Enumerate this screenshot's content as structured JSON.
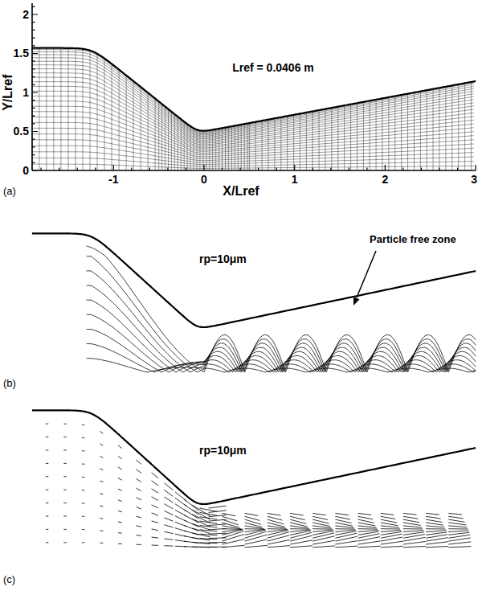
{
  "diagram": {
    "labels": [
      "2",
      "1.5",
      "1",
      "0.5",
      "0",
      "-1",
      "0",
      "1",
      "2",
      "3",
      "Y/Lref",
      "X/Lref",
      "Lref = 0.0406 m",
      "(a)",
      "rp=10μm",
      "Particle free zone",
      "(b)",
      "rp=10μm",
      "(c)"
    ]
  }
}
